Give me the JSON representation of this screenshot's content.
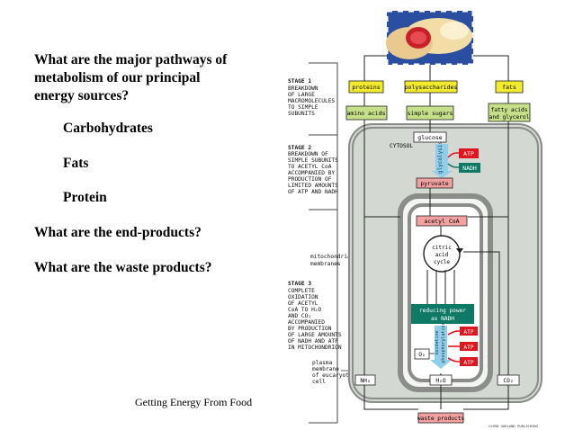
{
  "slide": {
    "question_1": [
      "What are the major pathways of",
      "metabolism of our principal",
      "energy sources?"
    ],
    "items": [
      "Carbohydrates",
      "Fats",
      "Protein"
    ],
    "question_2": "What are the end-products?",
    "question_3": "What are the waste products?",
    "caption": "Getting Energy From Food"
  },
  "figure": {
    "colors": {
      "yellow": "#f2ea2c",
      "green_box": "#c6e08a",
      "blue_box": "#8fd0e8",
      "pink_box": "#f2a0a0",
      "atp_red": "#e0161e",
      "teal": "#0e7a66",
      "cell_gray": "#d3d8d2",
      "line_gray": "#8a8d8a"
    },
    "stage1": [
      "STAGE 1",
      "BREAKDOWN",
      "OF LARGE",
      "MACROMOLECULES",
      "TO SIMPLE",
      "SUBUNITS"
    ],
    "stage2": [
      "STAGE 2",
      "BREAKDOWN OF",
      "SIMPLE SUBUNITS",
      "TO ACETYL CoA",
      "ACCOMPANIED BY",
      "PRODUCTION OF",
      "LIMITED AMOUNTS",
      "OF ATP AND NADH"
    ],
    "stage3": [
      "STAGE 3",
      "COMPLETE",
      "OXIDATION",
      "OF ACETYL",
      "CoA TO H₂O",
      "AND CO₂",
      "ACCOMPANIED",
      "BY PRODUCTION",
      "OF LARGE AMOUNTS",
      "OF NADH AND ATP",
      "IN MITOCHONDRION"
    ],
    "mito_label": [
      "mitochondrial",
      "membranes"
    ],
    "plasma_label": [
      "plasma",
      "membrane",
      "of eucaryotic",
      "cell"
    ],
    "boxes": {
      "proteins": "proteins",
      "polysaccharides": "polysaccharides",
      "fats": "fats",
      "amino_acids": "amino acids",
      "simple_sugars": "simple sugars",
      "fatty_acids": [
        "fatty acids",
        "and glycerol"
      ],
      "glucose": "glucose",
      "cytosol": "CYTOSOL",
      "glycolysis": "glycolysis",
      "atp": "ATP",
      "nadh": "NADH",
      "pyruvate": "pyruvate",
      "acetyl_coa": "acetyl CoA",
      "citric": [
        "citric",
        "acid",
        "cycle"
      ],
      "reducing": [
        "reducing power",
        "as NADH"
      ],
      "oxphos": [
        "oxidative",
        "phosphorylation"
      ],
      "o2": "O₂",
      "nh3": "NH₃",
      "h2o": "H₂O",
      "co2": "CO₂",
      "waste": "waste products",
      "copyright": "©1998 GARLAND PUBLISHING"
    }
  }
}
